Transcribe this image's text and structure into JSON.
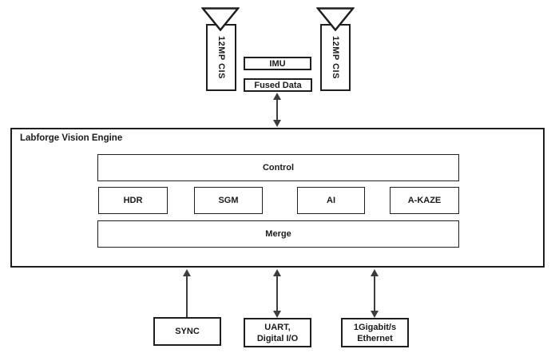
{
  "colors": {
    "border": "#1f1f1f",
    "arrow": "#3d3d3d",
    "text": "#1a1a1a",
    "background": "#ffffff"
  },
  "cameras": [
    {
      "label": "12MP CIS"
    },
    {
      "label": "12MP CIS"
    }
  ],
  "imu": {
    "label": "IMU"
  },
  "fused": {
    "label": "Fused Data"
  },
  "engine": {
    "title": "Labforge Vision Engine",
    "control": "Control",
    "modules": [
      "HDR",
      "SGM",
      "AI",
      "A-KAZE"
    ],
    "merge": "Merge"
  },
  "io": {
    "sync": {
      "label": "SYNC"
    },
    "uart": {
      "line1": "UART,",
      "line2": "Digital I/O"
    },
    "ethernet": {
      "line1": "1Gigabit/s",
      "line2": "Ethernet"
    }
  }
}
